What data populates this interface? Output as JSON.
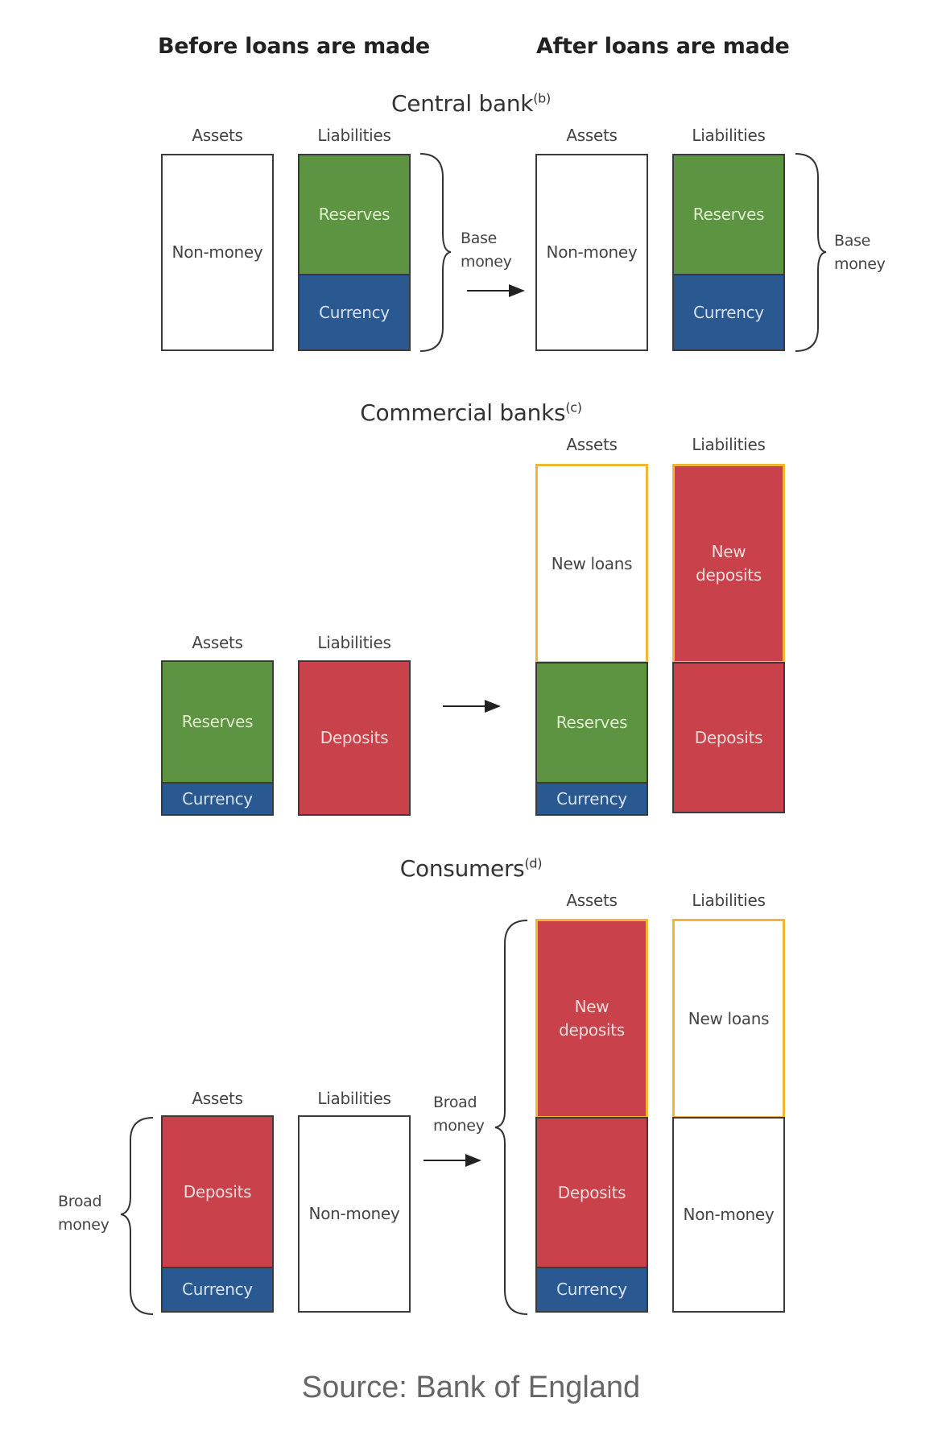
{
  "headers": {
    "before": "Before loans are made",
    "after": "After loans are made"
  },
  "labels": {
    "assets": "Assets",
    "liabilities": "Liabilities",
    "base_money": "Base\nmoney",
    "broad_money": "Broad\nmoney"
  },
  "central_bank": {
    "title": "Central bank",
    "note": "(b)",
    "before_assets": [
      "Non-money"
    ],
    "before_liabilities": [
      "Reserves",
      "Currency"
    ],
    "after_assets": [
      "Non-money"
    ],
    "after_liabilities": [
      "Reserves",
      "Currency"
    ]
  },
  "commercial_banks": {
    "title": "Commercial banks",
    "note": "(c)",
    "before_assets": [
      "Reserves",
      "Currency"
    ],
    "before_liabilities": [
      "Deposits"
    ],
    "after_assets": [
      "New loans",
      "Reserves",
      "Currency"
    ],
    "after_liabilities": [
      "New\ndeposits",
      "Deposits"
    ]
  },
  "consumers": {
    "title": "Consumers",
    "note": "(d)",
    "before_assets": [
      "Deposits",
      "Currency"
    ],
    "before_liabilities": [
      "Non-money"
    ],
    "after_assets": [
      "New\ndeposits",
      "Deposits",
      "Currency"
    ],
    "after_liabilities": [
      "New loans",
      "Non-money"
    ]
  },
  "colors": {
    "reserves": "#5c9441",
    "currency": "#2a5890",
    "deposits": "#c8414b",
    "new_highlight": "#f2b636",
    "non_money": "#ffffff"
  },
  "source": "Source: Bank of England"
}
